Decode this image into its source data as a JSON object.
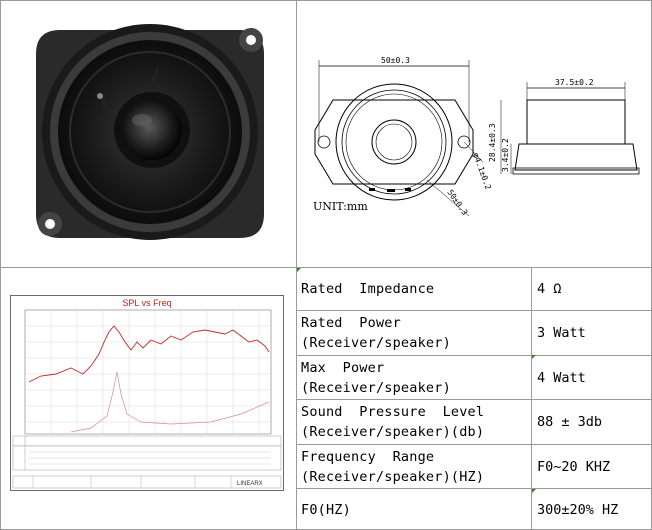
{
  "drawing": {
    "dim_width_top": "50±0.3",
    "dim_height_left": "28.4±0.3",
    "dim_height_right": "3.4±0.2",
    "dim_side_width": "37.5±0.2",
    "dim_hole": "φ4.1±0.2",
    "dim_diag": "50±0.3",
    "unit": "UNIT:mm"
  },
  "graph": {
    "title": "SPL vs Freq",
    "footer_brand": "LINEARX"
  },
  "specs": [
    {
      "label_lines": [
        "Rated  Impedance"
      ],
      "value": "4 Ω"
    },
    {
      "label_lines": [
        "Rated  Power",
        "(Receiver/speaker)"
      ],
      "value": "3 Watt"
    },
    {
      "label_lines": [
        "Max  Power",
        "(Receiver/speaker)"
      ],
      "value": "4 Watt"
    },
    {
      "label_lines": [
        "Sound  Pressure  Level",
        "(Receiver/speaker)(db)"
      ],
      "value": "88 ± 3db"
    },
    {
      "label_lines": [
        "Frequency  Range",
        "(Receiver/speaker)(HZ)"
      ],
      "value": "F0~20 KHZ"
    },
    {
      "label_lines": [
        "F0(HZ)"
      ],
      "value": "300±20% HZ"
    }
  ]
}
